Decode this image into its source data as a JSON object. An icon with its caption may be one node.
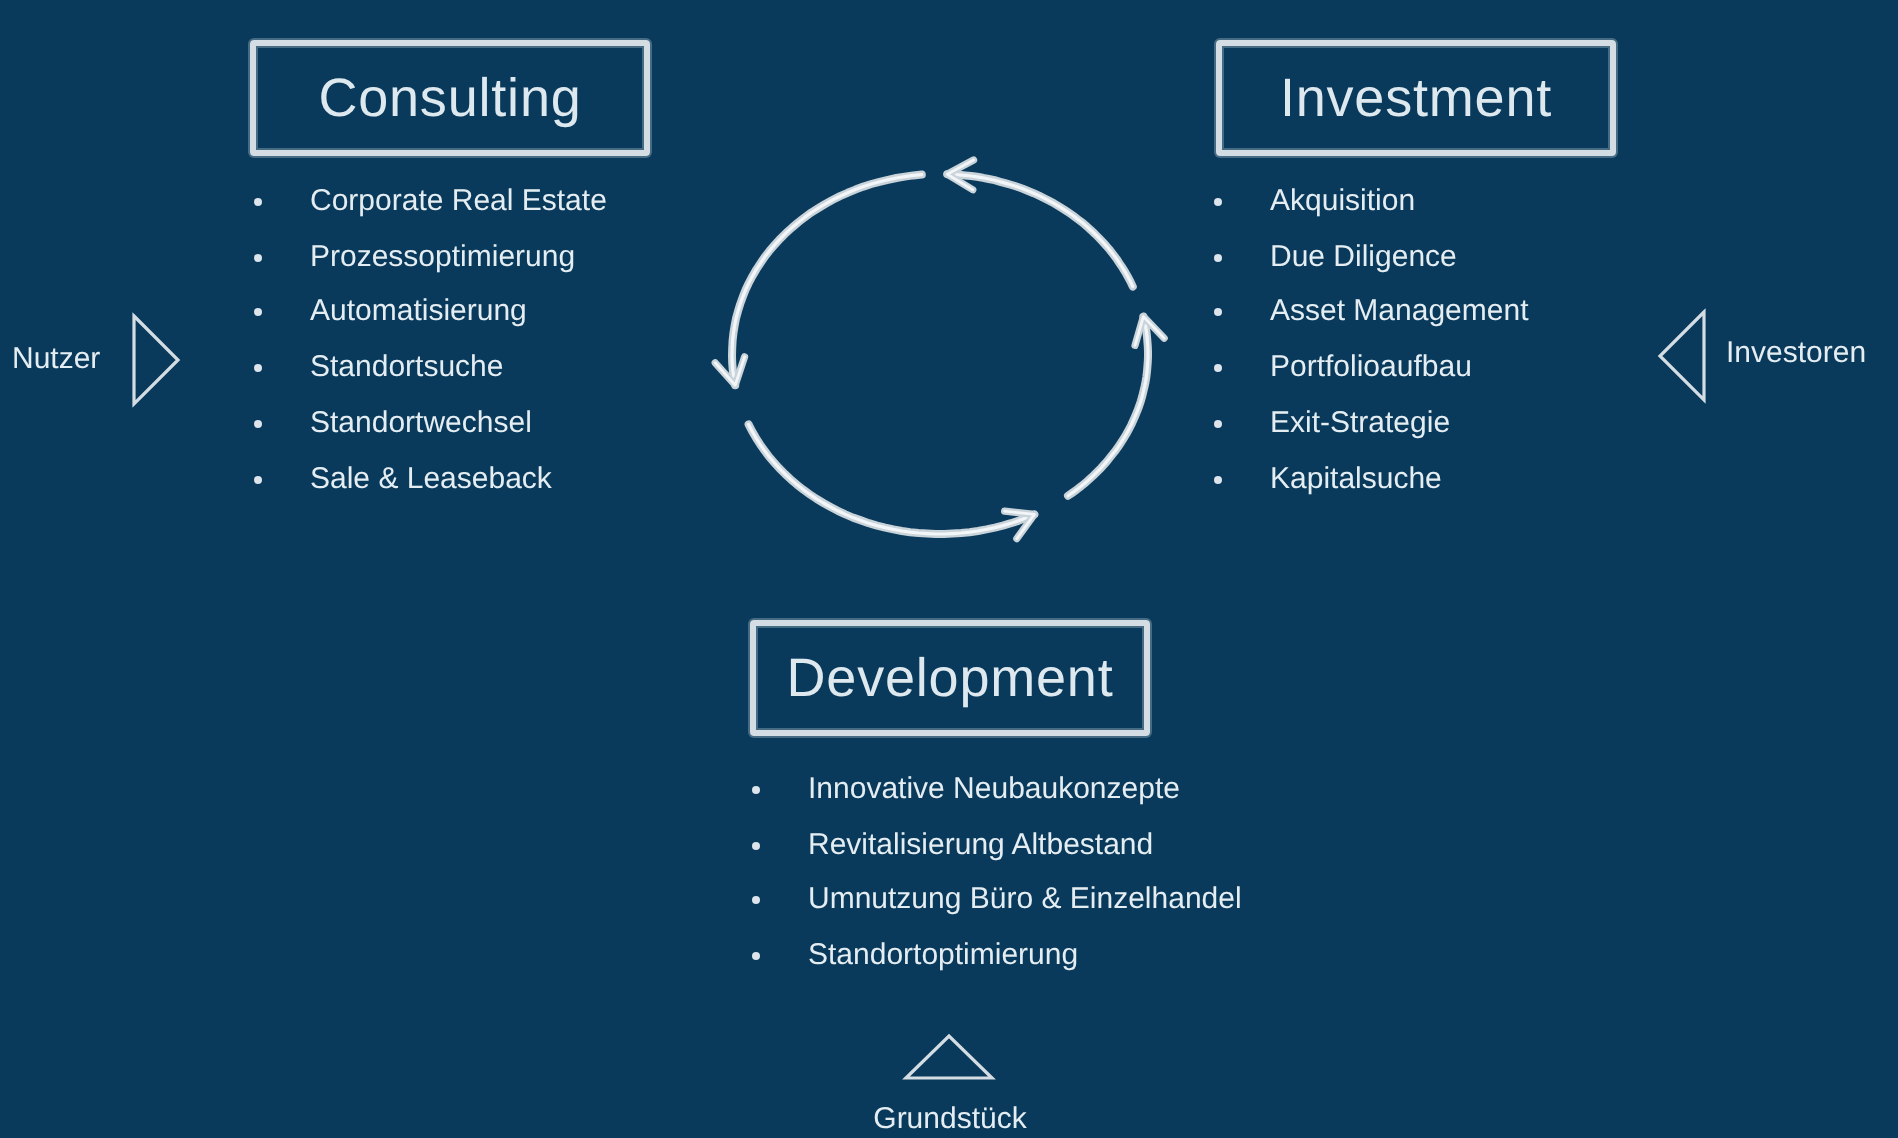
{
  "diagram": {
    "nodes": [
      {
        "text": [
          "Consulting"
        ],
        "beside": [
          "Corporate Real Estate",
          "Prozessoptimierung",
          "Automatisierung",
          "Standortsuche",
          "Standortwechsel",
          "Sale & Leaseback"
        ]
      },
      {
        "text": [
          "Investment"
        ],
        "beside": [
          "Akquisition",
          "Due Diligence",
          "Asset Management",
          "Portfolioaufbau",
          "Exit-Strategie",
          "Kapitalsuche"
        ]
      },
      {
        "text": [
          "Development"
        ],
        "beside": [
          "Innovative Neubaukonzepte",
          "Revitalisierung Altbestand",
          "Umnutzung Büro & Einzelhandel",
          "Standortoptimierung"
        ]
      }
    ],
    "labels": [
      "Nutzer",
      "Investoren",
      "Grundstück"
    ]
  }
}
